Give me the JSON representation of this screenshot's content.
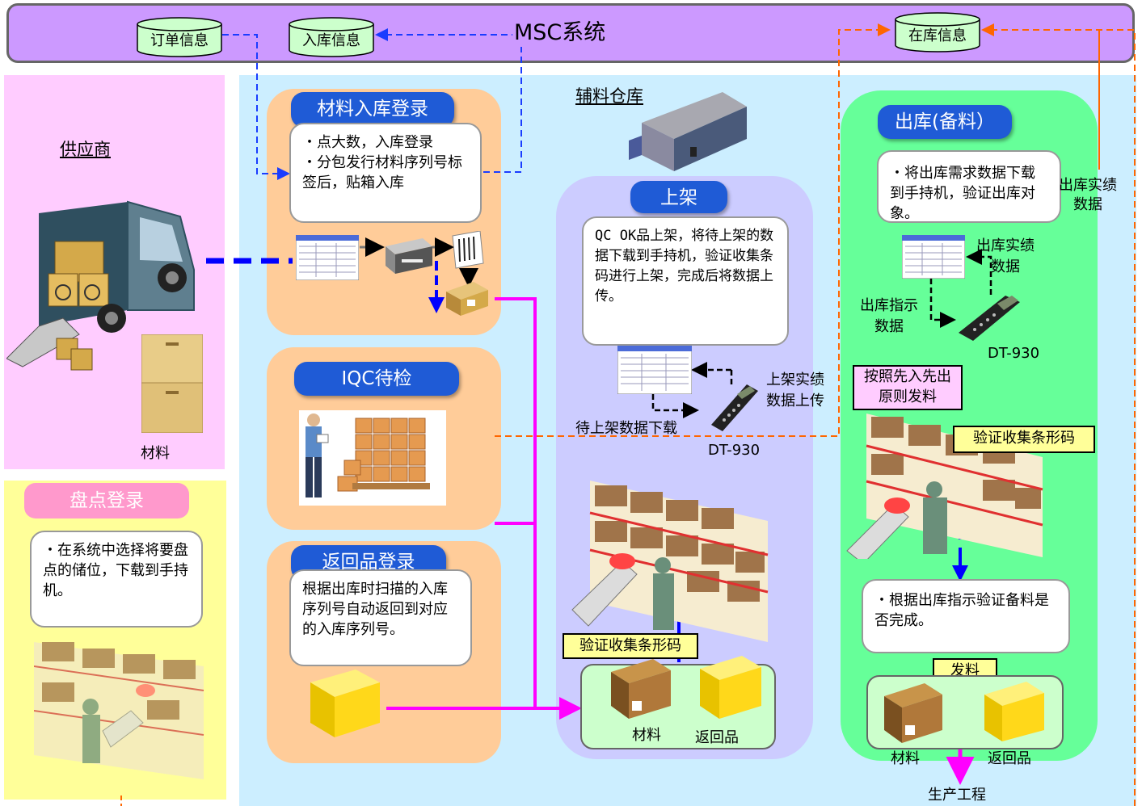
{
  "header": {
    "system": "MSC系统",
    "db_order": "订单信息",
    "db_inbound": "入库信息",
    "db_stock": "在库信息"
  },
  "supplier": {
    "title": "供应商",
    "material_label": "材料"
  },
  "inventory": {
    "title": "盘点登录",
    "text": "・在系统中选择将要盘点的储位，下载到手持机。"
  },
  "warehouse": {
    "title": "辅料仓库"
  },
  "receiving": {
    "title": "材料入库登录",
    "text": "・点大数，入库登录\n・分包发行材料序列号标签后，贴箱入库"
  },
  "iqc": {
    "title": "IQC待检"
  },
  "returns": {
    "title": "返回品登录",
    "text": "根据出库时扫描的入库序列号自动返回到对应的入库序列号。"
  },
  "shelving": {
    "title": "上架",
    "text": "QC OK品上架，将待上架的数据下载到手持机，验证收集条码进行上架，完成后将数据上传。",
    "upload_label": "上架实绩\n数据上传",
    "download_label": "待上架数据下载",
    "device": "DT-930",
    "verify_label": "验证收集条形码",
    "material_label": "材料",
    "returned_label": "返回品"
  },
  "outbound": {
    "title": "出库(备料）",
    "text": "・将出库需求数据下载到手持机，验证出库对象。",
    "actual_label": "出库实绩\n数据",
    "instruction_label": "出库指示\n数据",
    "device": "DT-930",
    "fifo_label": "按照先入先出\n原则发料",
    "verify_label": "验证收集条形码",
    "check_text": "・根据出库指示验证备料是否完成。",
    "issue_label": "发料",
    "material_label": "材料",
    "returned_label": "返回品",
    "production_label": "生产工程"
  },
  "side_label": "出库实绩\n数据",
  "colors": {
    "system_bar": "#cc99ff",
    "supplier_bg": "#ffccff",
    "inventory_bg": "#ffff99",
    "warehouse_bg": "#cceeff",
    "receiving_bg": "#ffcc99",
    "shelving_bg": "#ccccff",
    "outbound_bg": "#66ff99",
    "title_pill": "#1f5bd6",
    "inventory_pill": "#ff99cc",
    "flow_blue": "#0000ff",
    "flow_magenta": "#ff00ff",
    "flow_orange": "#ff6600"
  }
}
